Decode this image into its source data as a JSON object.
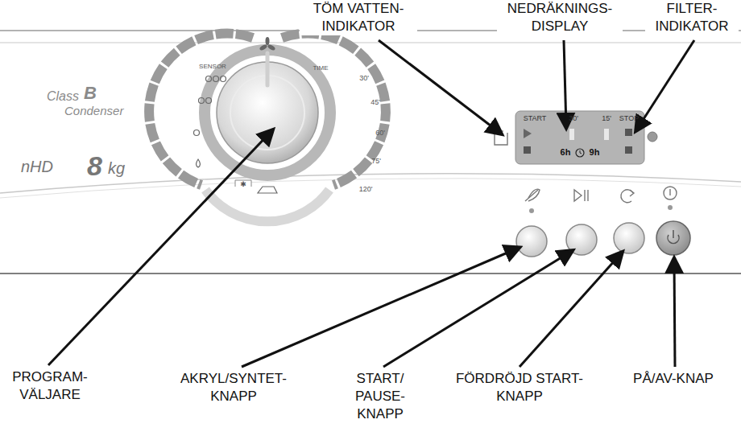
{
  "diagram": {
    "labels": [
      "TÖM VATTEN- INDIKATOR",
      "NEDRÄKNINGS- DISPLAY",
      "FILTER- INDIKATOR",
      "Class",
      "B",
      "Condenser",
      "nHD",
      "8",
      "kg",
      "SENSOR",
      "TIME",
      "30'",
      "45'",
      "60'",
      "75'",
      "120'",
      "START",
      "30'",
      "15'",
      "STOP",
      "6h",
      "9h",
      "PROGRAM- VÄLJARE",
      "AKRYL/SYNTET- KNAPP",
      "START/ PAUSE- KNAPP",
      "FÖRDRÖJD START- KNAPP",
      "PÅ/AV-KNAP"
    ]
  }
}
